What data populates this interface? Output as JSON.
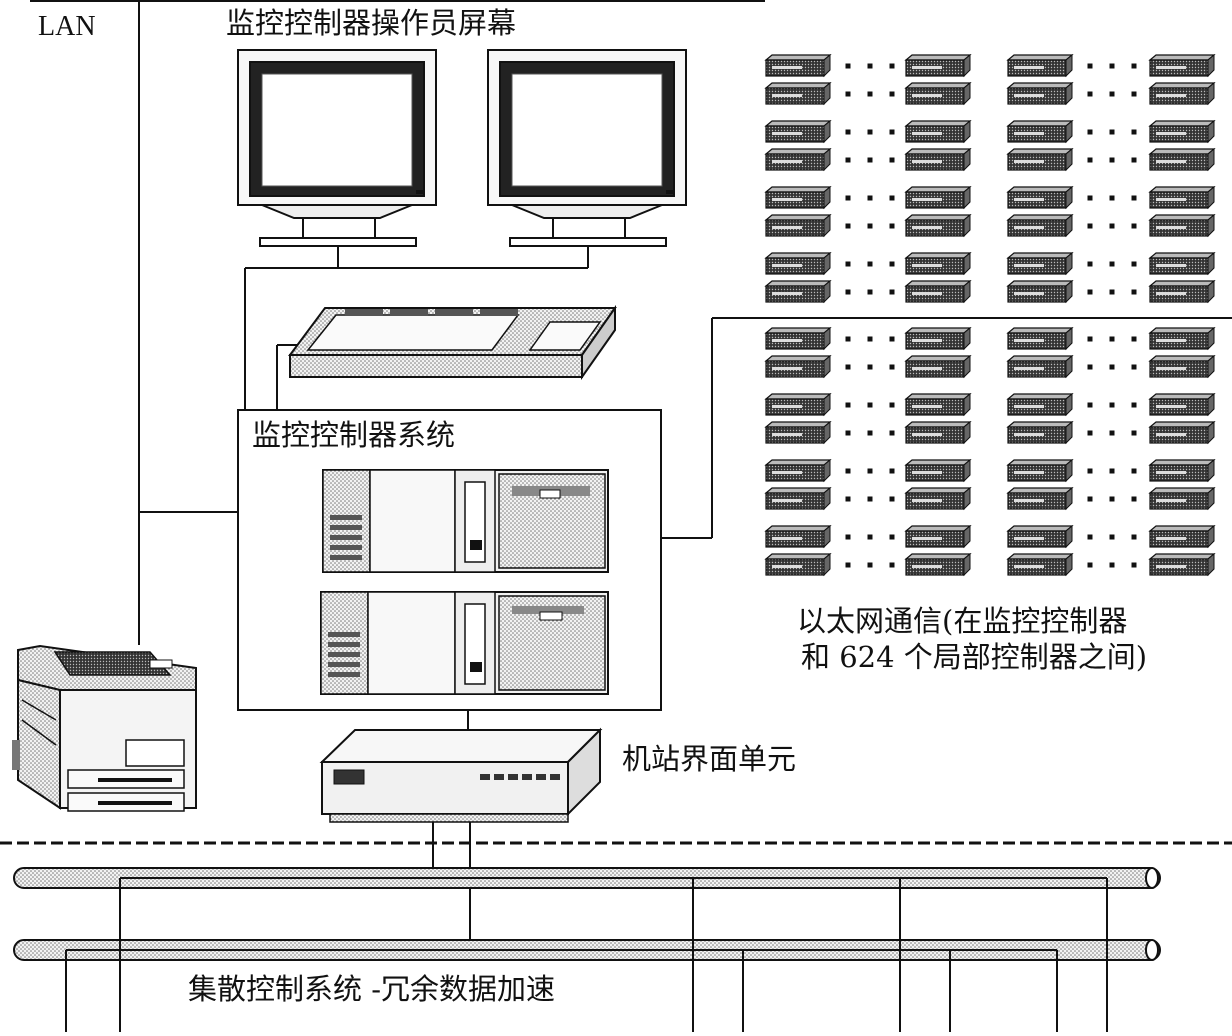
{
  "labels": {
    "lan": "LAN",
    "operator_screens": "监控控制器操作员屏幕",
    "supervisory_system": "监控控制器系统",
    "ethernet_line1": "以太网通信(在监控控制器",
    "ethernet_line2": "和 624 个局部控制器之间)",
    "station_interface": "机站界面单元",
    "dcs_bus": "集散控制系统 -冗余数据加速"
  },
  "controller_array": {
    "groups_per_block": 4,
    "blocks": 2,
    "columns": 4,
    "units_per_group_column": 2
  },
  "colors": {
    "line": "#111111",
    "bus_fill": "#d8d8d8",
    "equipment_fill": "#e6e6e6",
    "dark_fill": "#2a2a2a"
  }
}
